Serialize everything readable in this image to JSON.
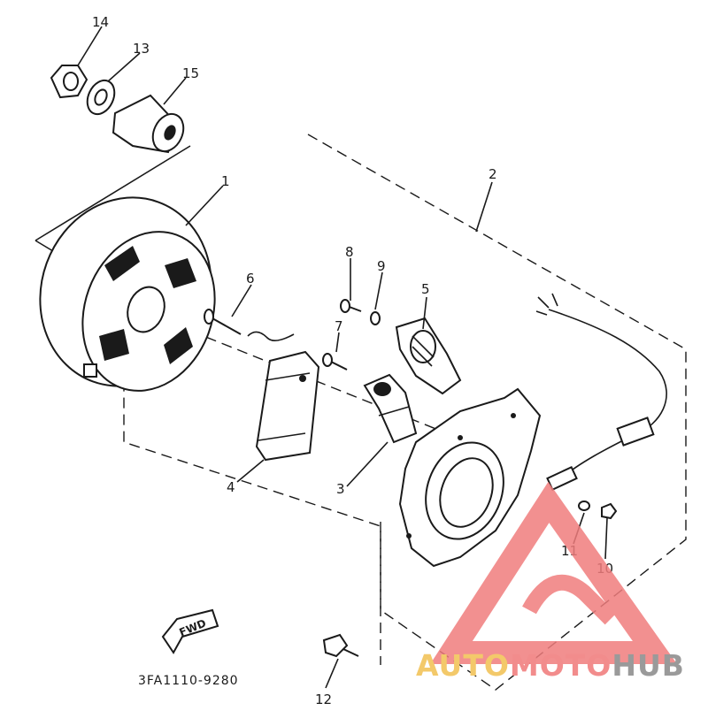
{
  "diagram": {
    "labels": {
      "l1": "1",
      "l2": "2",
      "l3": "3",
      "l4": "4",
      "l5": "5",
      "l6": "6",
      "l7": "7",
      "l8": "8",
      "l9": "9",
      "l10": "10",
      "l11": "11",
      "l12": "12",
      "l13": "13",
      "l14": "14",
      "l15": "15"
    },
    "fwd_label": "FWD",
    "drawing_code": "3FA1110-9280"
  },
  "watermark": {
    "part1": "AUTO",
    "part2": "MOTO",
    "part3": "HUB",
    "colors": {
      "auto": "#f3c96a",
      "moto": "#f28c8c",
      "hub": "#9a9a9a",
      "logo": "#f07d7d"
    }
  }
}
